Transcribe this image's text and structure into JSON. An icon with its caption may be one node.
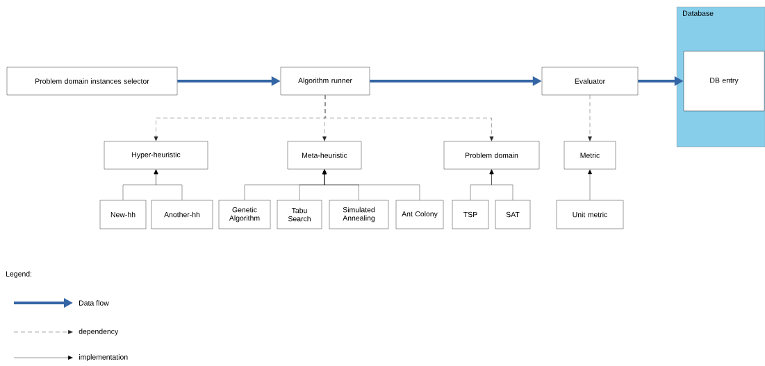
{
  "diagram": {
    "nodes": [
      {
        "text": [
          "Problem domain instances selector"
        ]
      },
      {
        "text": [
          "Algorithm runner"
        ]
      },
      {
        "text": [
          "Evaluator"
        ]
      },
      {
        "text": [
          "Database"
        ]
      },
      {
        "text": [
          "DB entry"
        ],
        "in": 3
      },
      {
        "text": [
          "Hyper-heuristic"
        ]
      },
      {
        "text": [
          "Meta-heuristic"
        ]
      },
      {
        "text": [
          "Problem domain"
        ]
      },
      {
        "text": [
          "Metric"
        ]
      },
      {
        "text": [
          "New-hh"
        ]
      },
      {
        "text": [
          "Another-hh"
        ]
      },
      {
        "text": [
          "Genetic Algorithm"
        ]
      },
      {
        "text": [
          "Tabu Search"
        ]
      },
      {
        "text": [
          "Simulated Annealing"
        ]
      },
      {
        "text": [
          "Ant Colony"
        ]
      },
      {
        "text": [
          "TSP"
        ]
      },
      {
        "text": [
          "SAT"
        ]
      },
      {
        "text": [
          "Unit metric"
        ]
      }
    ],
    "edges": [
      {
        "from": 0,
        "to": 1,
        "arrow": "to",
        "style": "thick",
        "color": "#3465a4"
      },
      {
        "from": 1,
        "to": 2,
        "arrow": "to",
        "style": "thick",
        "color": "#3465a4"
      },
      {
        "from": 2,
        "to": 4,
        "arrow": "to",
        "style": "thick",
        "color": "#3465a4"
      },
      {
        "from": 1,
        "to": 5,
        "arrow": "to",
        "style": "dashed"
      },
      {
        "from": 1,
        "to": 6,
        "arrow": "to",
        "style": "dashed"
      },
      {
        "from": 1,
        "to": 7,
        "arrow": "to",
        "style": "dashed"
      },
      {
        "from": 2,
        "to": 8,
        "arrow": "to",
        "style": "dashed"
      },
      {
        "from": 9,
        "to": 5,
        "arrow": "to"
      },
      {
        "from": 10,
        "to": 5,
        "arrow": "to"
      },
      {
        "from": 11,
        "to": 6,
        "arrow": "to"
      },
      {
        "from": 12,
        "to": 6,
        "arrow": "to"
      },
      {
        "from": 13,
        "to": 6,
        "arrow": "to"
      },
      {
        "from": 14,
        "to": 6,
        "arrow": "to"
      },
      {
        "from": 15,
        "to": 7,
        "arrow": "to"
      },
      {
        "from": 16,
        "to": 7,
        "arrow": "to"
      },
      {
        "from": 17,
        "to": 8,
        "arrow": "to"
      }
    ],
    "labels": [
      "Legend:"
    ],
    "legend": [
      {
        "text": "Data flow"
      },
      {
        "text": "dependency"
      },
      {
        "text": "implementation"
      }
    ]
  }
}
